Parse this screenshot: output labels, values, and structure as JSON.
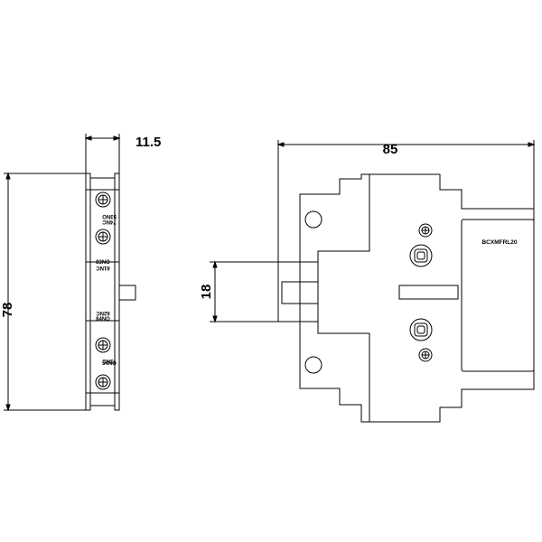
{
  "dimensions": {
    "width_side": "11.5",
    "height_side": "78",
    "height_slot": "18",
    "width_front": "85"
  },
  "contact_labels": {
    "top_upper": "53NO",
    "top_lower": "74NC",
    "mid_upper": "83NO",
    "mid_lower": "61NC",
    "low_upper": "62NC",
    "low_lower": "84NO",
    "bottom_upper": "54NO",
    "bottom_lower": "73NC"
  },
  "product_code": "BCXMFRL20"
}
